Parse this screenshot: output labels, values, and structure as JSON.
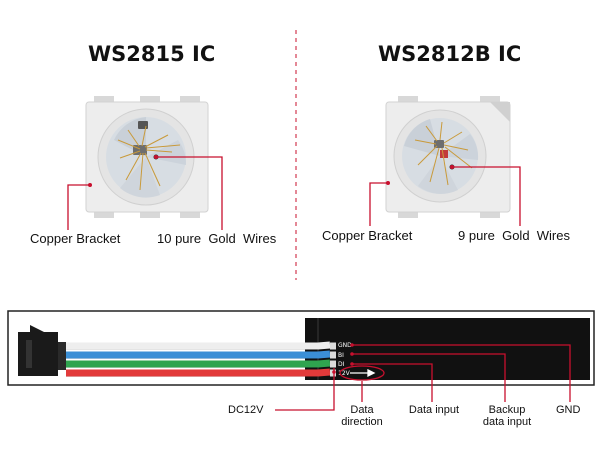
{
  "left_chip": {
    "title": "WS2815 IC",
    "copper_label": "Copper Bracket",
    "wires_label": "10 pure  Gold  Wires"
  },
  "right_chip": {
    "title": "WS2812B IC",
    "copper_label": "Copper Bracket",
    "wires_label": "9 pure  Gold  Wires"
  },
  "pcb_pads": [
    "GND",
    "BI",
    "DI",
    "12V"
  ],
  "wire_colors": {
    "white": "#eeeeee",
    "blue": "#3b8fd6",
    "green": "#2fa44f",
    "red": "#e23a3a"
  },
  "accent_color": "#c8102e",
  "callouts": {
    "dc12v": "DC12V",
    "data_direction": "Data\ndirection",
    "data_input": "Data input",
    "backup_data_input": "Backup\ndata input",
    "gnd": "GND"
  }
}
